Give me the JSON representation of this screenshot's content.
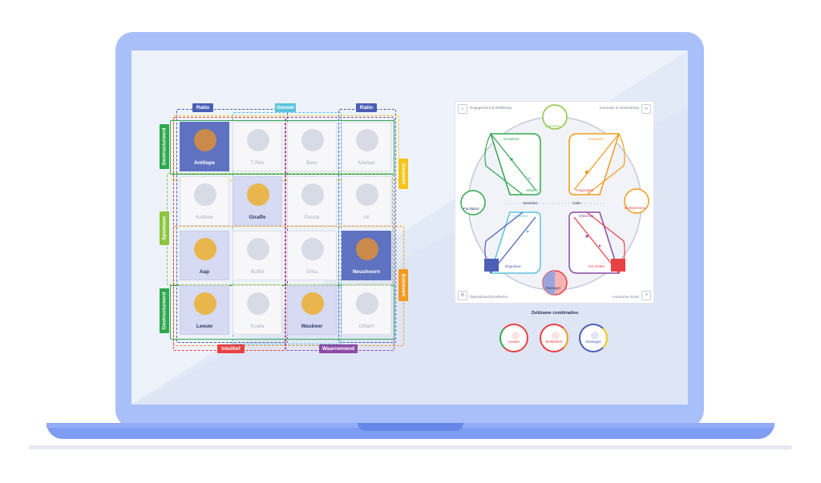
{
  "colors": {
    "ratio": "#4a5fb5",
    "gevoel": "#5bc3dd",
    "gestructureerd": "#2fa84f",
    "spontaan": "#8cc63f",
    "introvert": "#f5c518",
    "extravert": "#f39a1e",
    "intuitief": "#e84143",
    "waarnemend": "#8b4ba6"
  },
  "grid": {
    "top_labels": [
      "Ratio",
      "Gevoel",
      "Ratio"
    ],
    "left_labels": [
      "Gestructureerd",
      "Spontaan",
      "Gestructureerd"
    ],
    "right_labels": [
      "Introvert",
      "Extravert"
    ],
    "bottom_labels": [
      "Intuïtief",
      "Waarnemend"
    ],
    "rows": [
      [
        {
          "name": "Antilope",
          "state": "dark",
          "icon": "antelope-icon"
        },
        {
          "name": "T-Rex",
          "state": "dim",
          "icon": "t-rex-icon"
        },
        {
          "name": "Beer",
          "state": "dim",
          "icon": "bear-icon"
        },
        {
          "name": "Adelaar",
          "state": "dim",
          "icon": "eagle-icon"
        }
      ],
      [
        {
          "name": "Kolibrie",
          "state": "dim",
          "icon": "hummingbird-icon"
        },
        {
          "name": "Giraffe",
          "state": "highlight",
          "icon": "giraffe-icon"
        },
        {
          "name": "Panda",
          "state": "dim",
          "icon": "panda-icon"
        },
        {
          "name": "Uil",
          "state": "dim",
          "icon": "owl-icon"
        }
      ],
      [
        {
          "name": "Aap",
          "state": "highlight",
          "icon": "monkey-icon"
        },
        {
          "name": "Buffel",
          "state": "dim",
          "icon": "buffalo-icon"
        },
        {
          "name": "Orka",
          "state": "dim",
          "icon": "orca-icon"
        },
        {
          "name": "Neushoorn",
          "state": "dark",
          "icon": "rhino-icon"
        }
      ],
      [
        {
          "name": "Leeuw",
          "state": "highlight",
          "icon": "lion-icon"
        },
        {
          "name": "Koala",
          "state": "dim",
          "icon": "koala-icon"
        },
        {
          "name": "Wasbeer",
          "state": "highlight",
          "icon": "raccoon-icon"
        },
        {
          "name": "Olifant",
          "state": "dim",
          "icon": "elephant-icon"
        }
      ]
    ]
  },
  "wheel": {
    "top_left": "Engagement & Wellbeing",
    "top_right": "Innovatie & Verandering",
    "bottom_left": "Operational Excellence",
    "bottom_right": "Autonome Groei",
    "inspirator": "Inspirator",
    "facilitator": "Facilitator",
    "entrepreneur": "Entrepreneur",
    "manager": "Manager",
    "socializer": "Socializer",
    "skeptic": "Skeptic",
    "innovator": "Innovator",
    "pragmatist": "Pragmatist",
    "improver": "Improver",
    "regulator": "Regulator",
    "observer": "Observer",
    "go_getter": "Go-Getter",
    "sensitive": "Sensitive",
    "calm": "Calm"
  },
  "rare": {
    "title": "Zeldzame combinaties",
    "items": [
      {
        "label": "Leader",
        "color": "#e84143"
      },
      {
        "label": "Multitalent",
        "color": "#e84143"
      },
      {
        "label": "Strategist",
        "color": "#4a5fb5"
      }
    ]
  }
}
